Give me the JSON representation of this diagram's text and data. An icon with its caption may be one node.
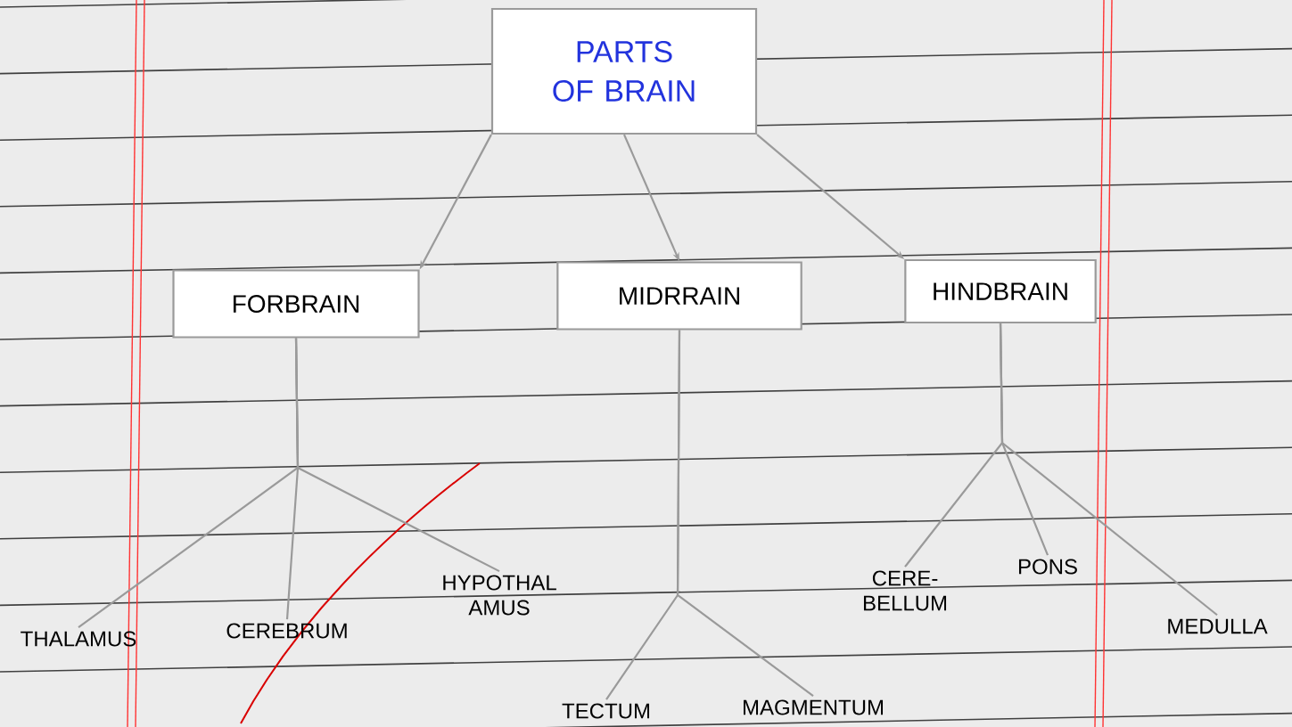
{
  "diagram": {
    "nodes": [
      {
        "text": [
          "PARTS OF BRAIN"
        ]
      },
      {
        "text": [
          "FORBRAIN"
        ]
      },
      {
        "text": [
          "MIDRRAIN"
        ]
      },
      {
        "text": [
          "HINDBRAIN"
        ]
      },
      {
        "text": [
          "THALAMUS"
        ]
      },
      {
        "text": [
          "CEREBRUM"
        ]
      },
      {
        "text": [
          "HYPOTHAL AMUS"
        ]
      },
      {
        "text": [
          "TECTUM"
        ]
      },
      {
        "text": [
          "MAGMENTUM"
        ]
      },
      {
        "text": [
          "CERE- BELLUM"
        ]
      },
      {
        "text": [
          "PONS"
        ]
      },
      {
        "text": [
          "MEDULLA"
        ]
      }
    ],
    "edges": [
      {
        "from": 0,
        "to": 1,
        "arrow": "to"
      },
      {
        "from": 0,
        "to": 2,
        "arrow": "to"
      },
      {
        "from": 0,
        "to": 3,
        "arrow": "to"
      },
      {
        "from": 1,
        "to": 4,
        "arrow": "none"
      },
      {
        "from": 1,
        "to": 5,
        "arrow": "none"
      },
      {
        "from": 1,
        "to": 6,
        "arrow": "none"
      },
      {
        "from": 2,
        "to": 7,
        "arrow": "none"
      },
      {
        "from": 2,
        "to": 8,
        "arrow": "none"
      },
      {
        "from": 3,
        "to": 9,
        "arrow": "none"
      },
      {
        "from": 3,
        "to": 10,
        "arrow": "none"
      },
      {
        "from": 3,
        "to": 11,
        "arrow": "none"
      }
    ]
  }
}
